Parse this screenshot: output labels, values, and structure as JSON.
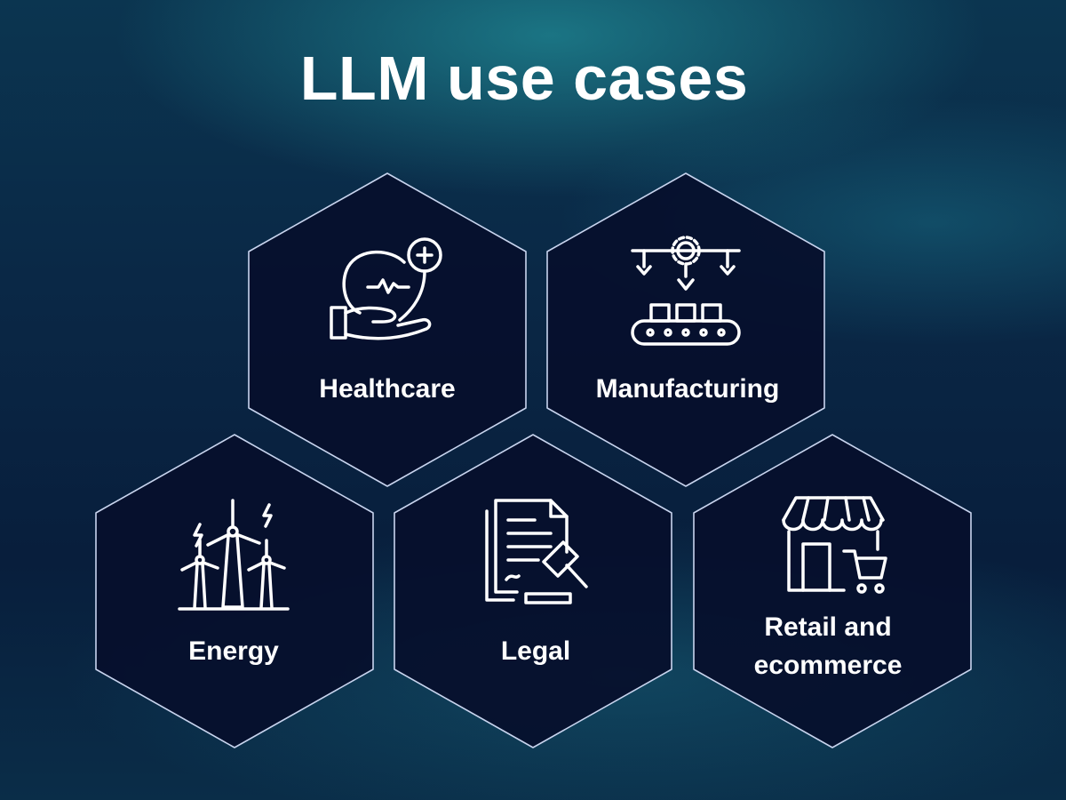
{
  "title": "LLM use cases",
  "cases": [
    {
      "label": "Healthcare",
      "icon": "heart-in-hand-icon"
    },
    {
      "label": "Manufacturing",
      "icon": "assembly-line-icon"
    },
    {
      "label": "Energy",
      "icon": "wind-turbines-icon"
    },
    {
      "label": "Legal",
      "icon": "document-gavel-icon"
    },
    {
      "label": "Retail and ecommerce",
      "icon": "storefront-cart-icon"
    }
  ],
  "colors": {
    "hex_fill": "#060f2c",
    "hex_stroke": "#c8d4ee",
    "text": "#ffffff"
  }
}
